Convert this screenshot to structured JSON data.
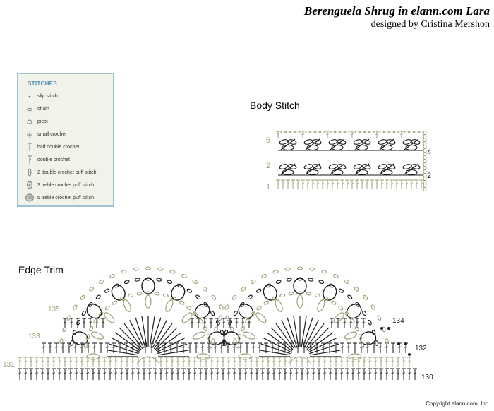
{
  "header": {
    "title": "Berenguela Shrug in elann.com Lara",
    "subtitle": "designed by Cristina Mershon"
  },
  "legend": {
    "title": "STITCHES",
    "items": [
      {
        "label": "slip stitch",
        "icon": "slip-stitch-icon"
      },
      {
        "label": "chain",
        "icon": "chain-icon"
      },
      {
        "label": "picot",
        "icon": "picot-icon"
      },
      {
        "label": "small crochet",
        "icon": "small-crochet-icon"
      },
      {
        "label": "half double crochet",
        "icon": "half-double-crochet-icon"
      },
      {
        "label": "double crochet",
        "icon": "double-crochet-icon"
      },
      {
        "label": "2 double crochet puff stitch",
        "icon": "puff-2dc-icon"
      },
      {
        "label": "3 treble crochet puff stitch",
        "icon": "puff-3tr-icon"
      },
      {
        "label": "5 treble crochet puff stitch",
        "icon": "puff-5tr-icon"
      }
    ]
  },
  "body_stitch": {
    "label": "Body Stitch",
    "row_labels": [
      "5",
      "4",
      "2",
      "2",
      "1"
    ]
  },
  "edge_trim": {
    "label": "Edge Trim",
    "row_labels": [
      "135",
      "134",
      "133",
      "132",
      "131",
      "130"
    ]
  },
  "colors": {
    "dark": "#1a1a1a",
    "green": "#9ca27a",
    "accent": "#4a8fb0"
  },
  "copyright": "Copyright elann.com, Inc."
}
